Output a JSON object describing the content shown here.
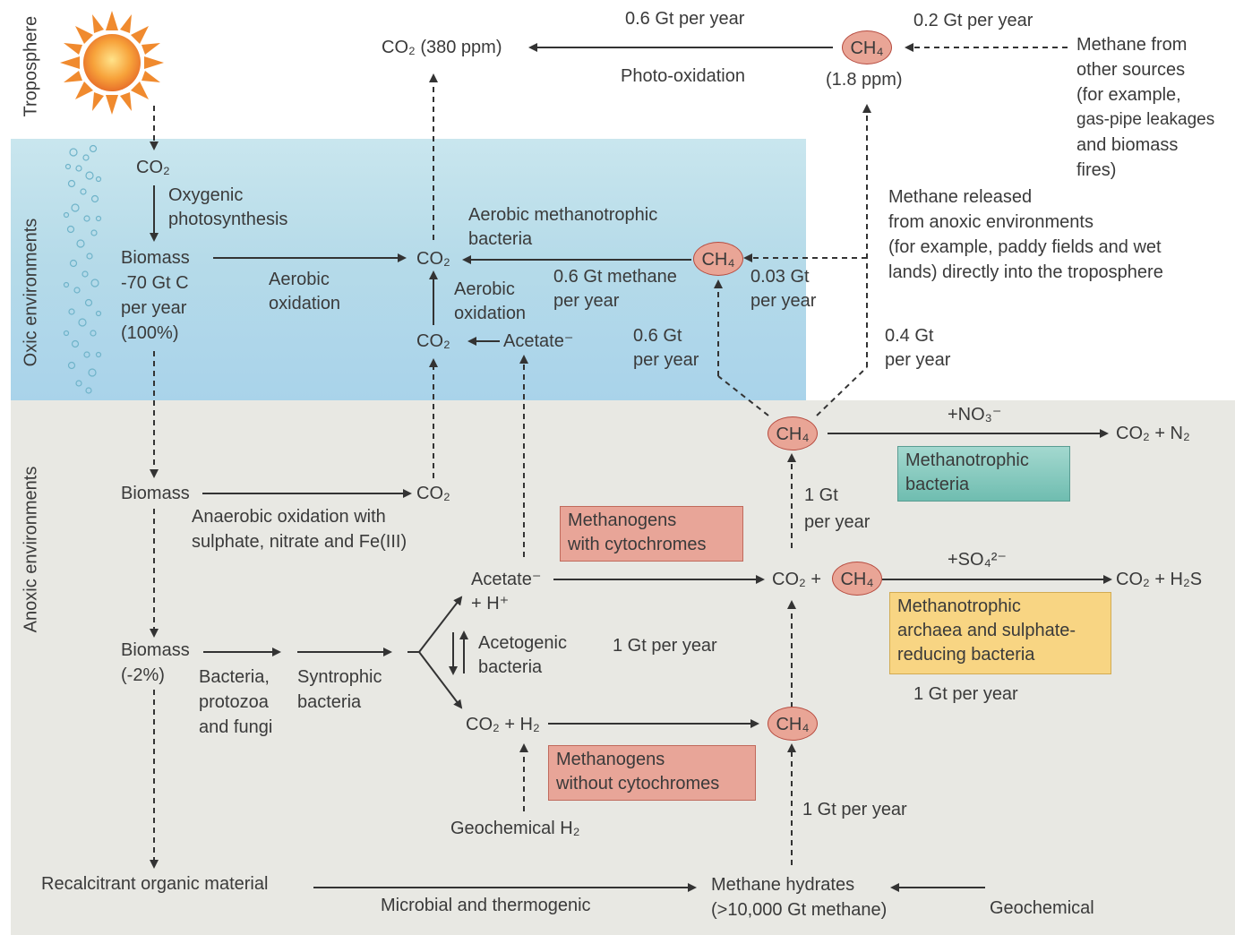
{
  "zones": {
    "troposphere": "Troposphere",
    "oxic": "Oxic environments",
    "anoxic": "Anoxic environments"
  },
  "top": {
    "co2_atm": "CO₂ (380 ppm)",
    "rate_photo": "0.6 Gt per year",
    "photo_oxidation": "Photo-oxidation",
    "ch4_atm": "CH₄",
    "ch4_ppm": "(1.8 ppm)",
    "rate_other": "0.2 Gt per year",
    "other_sources": [
      "Methane from",
      "other sources",
      "(for example,",
      "gas-pipe leakages",
      "and biomass",
      "fires)"
    ]
  },
  "oxic": {
    "co2": "CO₂",
    "oxygenic": [
      "Oxygenic",
      "photosynthesis"
    ],
    "biomass": [
      "Biomass",
      "-70 Gt C",
      "per year",
      "(100%)"
    ],
    "aerobic_oxidation": [
      "Aerobic",
      "oxidation"
    ],
    "co2_mid": "CO₂",
    "aerobic_methanotrophic": [
      "Aerobic methanotrophic",
      "bacteria"
    ],
    "ch4_oxic": "CH₄",
    "rate_06_methane": [
      "0.6 Gt methane",
      "per year"
    ],
    "rate_003": [
      "0.03 Gt",
      "per year"
    ],
    "aerobic_oxidation2": [
      "Aerobic",
      "oxidation"
    ],
    "co2_low": "CO₂",
    "acetate": "Acetate⁻",
    "rate_06": [
      "0.6 Gt",
      "per year"
    ],
    "released": [
      "Methane released",
      "from anoxic environments",
      "(for example, paddy fields and wet",
      "lands) directly into the troposphere"
    ],
    "rate_04": [
      "0.4 Gt",
      "per year"
    ]
  },
  "anoxic": {
    "ch4_a": "CH₄",
    "no3": "+NO₃⁻",
    "co2_n2": "CO₂ + N₂",
    "methanotrophic_bacteria": [
      "Methanotrophic",
      "bacteria"
    ],
    "biomass": "Biomass",
    "co2_b": "CO₂",
    "anaerobic": [
      "Anaerobic oxidation with",
      "sulphate, nitrate and Fe(III)"
    ],
    "rate_1gt_a": [
      "1 Gt",
      "per year"
    ],
    "methanogens_cyt": [
      "Methanogens",
      "with cytochromes"
    ],
    "acetate_h": [
      "Acetate⁻",
      "+ H⁺"
    ],
    "co2_plus": "CO₂ +",
    "ch4_b": "CH₄",
    "so4": "+SO₄²⁻",
    "co2_h2s": "CO₂ + H₂S",
    "archaea_box": [
      "Methanotrophic",
      "archaea and sulphate-",
      "reducing bacteria"
    ],
    "rate_1gt_b": "1 Gt per year",
    "biomass2": [
      "Biomass",
      "(-2%)"
    ],
    "bacteria": [
      "Bacteria,",
      "protozoa",
      "and fungi"
    ],
    "syntrophic": [
      "Syntrophic",
      "bacteria"
    ],
    "acetogenic": [
      "Acetogenic",
      "bacteria"
    ],
    "rate_1gt_c": "1 Gt per year",
    "co2_h2": "CO₂ + H₂",
    "ch4_c": "CH₄",
    "methanogens_nocyt": [
      "Methanogens",
      "without cytochromes"
    ],
    "rate_1gt_d": "1 Gt per year",
    "geochemical_h2": "Geochemical H₂",
    "recalcitrant": "Recalcitrant organic material",
    "microbial": "Microbial and thermogenic",
    "hydrates": [
      "Methane hydrates",
      "(>10,000 Gt methane)"
    ],
    "geochemical": "Geochemical"
  }
}
